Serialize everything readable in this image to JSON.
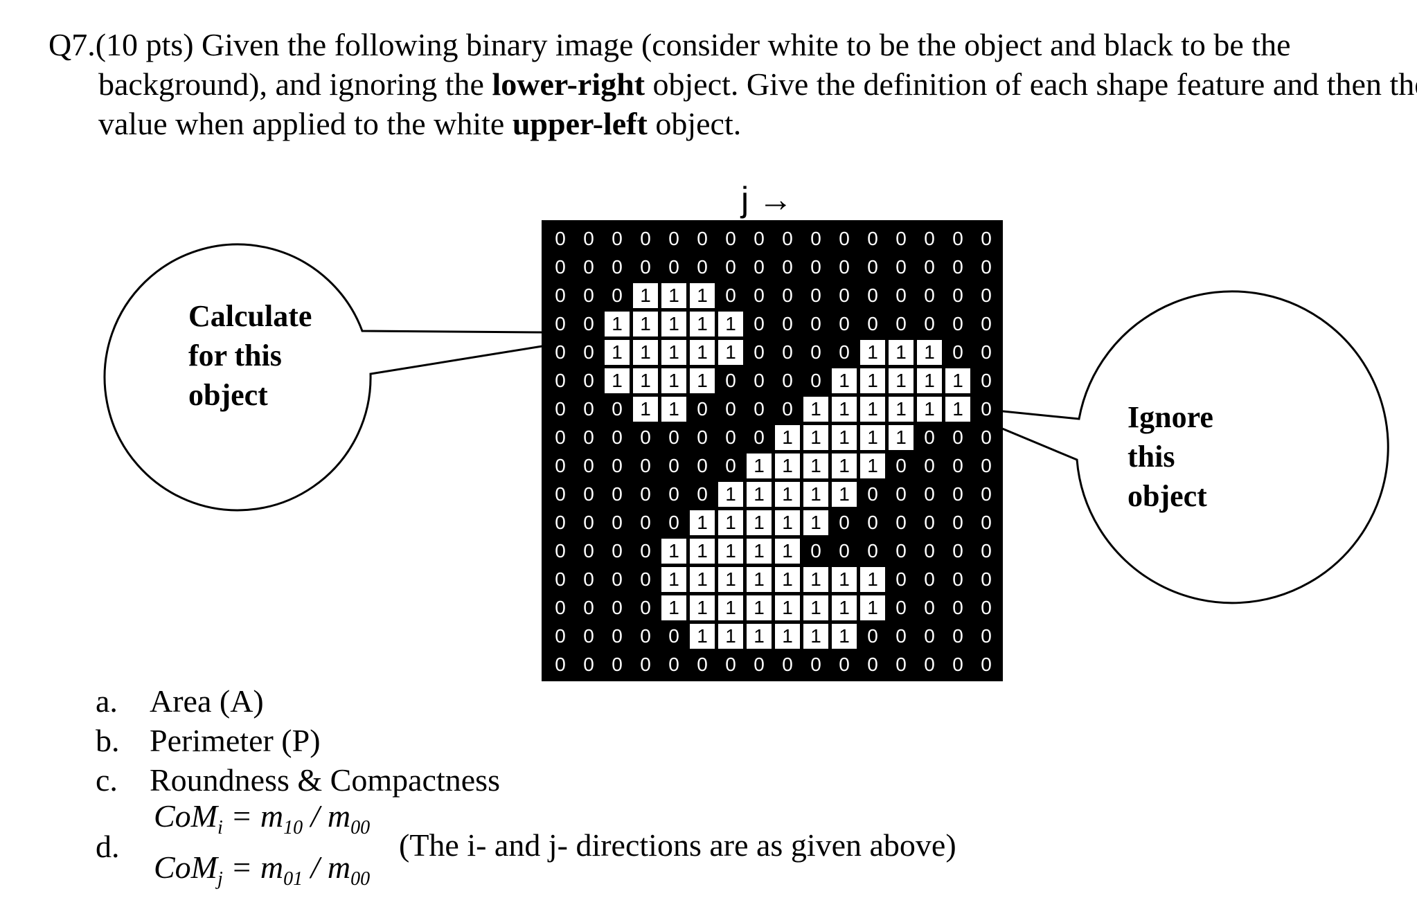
{
  "question": {
    "part1": "Q7.(10 pts) Given the following binary image (consider white to be the object and black to be the background), and ignoring the ",
    "bold1": "lower-right",
    "part2": " object. Give the definition of each shape feature and then the value when applied to the white ",
    "bold2": "upper-left",
    "part3": " object."
  },
  "axis_label": "j",
  "axis_arrow": "→",
  "callout_left": {
    "line1": "Calculate",
    "line2": "for this",
    "line3": "object"
  },
  "callout_right": {
    "line1": "Ignore",
    "line2": "this",
    "line3": "object"
  },
  "grid": [
    "0000000000000000",
    "0000000000000000",
    "0001110000000000",
    "0011111000000000",
    "0011111000011100",
    "0011110000111110",
    "0001100001111110",
    "0000000011111000",
    "0000000111110000",
    "0000001111100000",
    "0000011111000000",
    "0000111110000000",
    "0000111111110000",
    "0000111111110000",
    "0000011111100000",
    "0000000000000000"
  ],
  "list": [
    {
      "marker": "a.",
      "text": "Area (A)"
    },
    {
      "marker": "b.",
      "text": "Perimeter (P)"
    },
    {
      "marker": "c.",
      "text": "Roundness & Compactness"
    }
  ],
  "item_d": {
    "marker": "d.",
    "f1_lhs": "CoM",
    "f1_lhs_sub": "i",
    "f1_eq": " = ",
    "f1_num": "m",
    "f1_num_sub": "10",
    "f1_slash": " / ",
    "f1_den": "m",
    "f1_den_sub": "00",
    "f2_lhs": "CoM",
    "f2_lhs_sub": "j",
    "f2_eq": " = ",
    "f2_num": "m",
    "f2_num_sub": "01",
    "f2_slash": " / ",
    "f2_den": "m",
    "f2_den_sub": "00",
    "note": "(The i- and j- directions are as given above)"
  }
}
